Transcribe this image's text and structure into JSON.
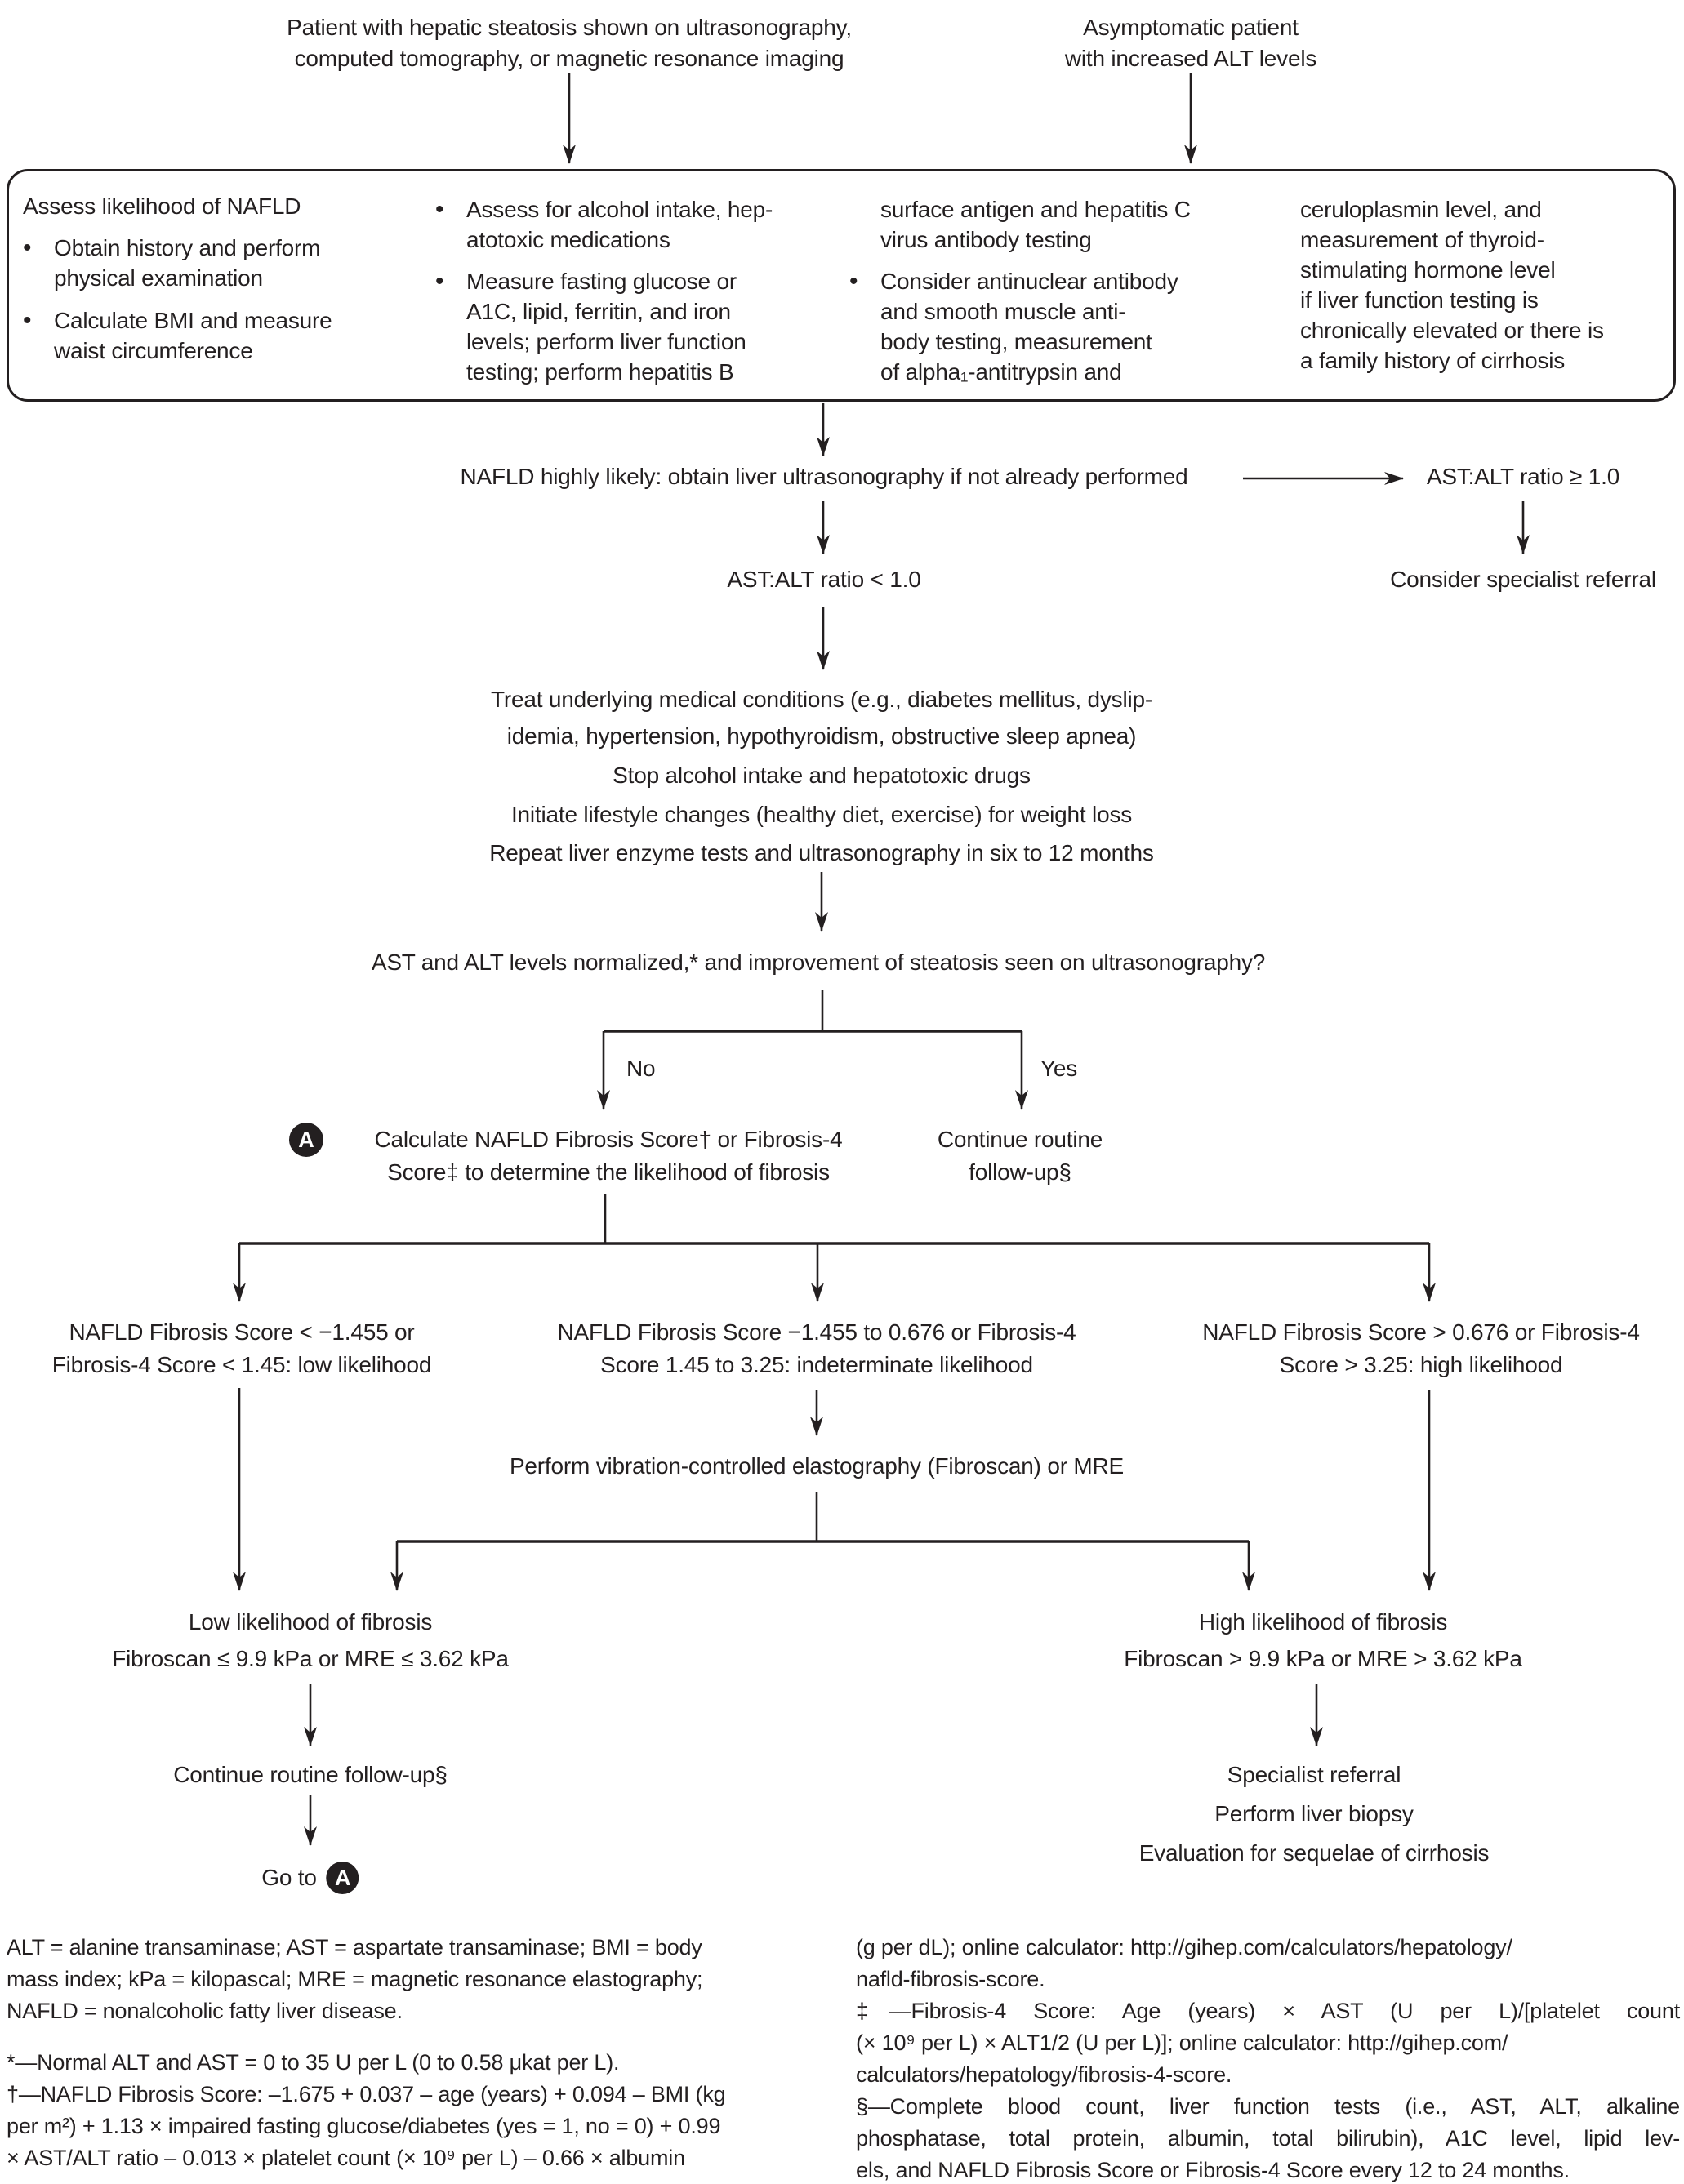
{
  "colors": {
    "ink": "#231f20",
    "background": "#ffffff"
  },
  "glyphs": {
    "bullet": "•",
    "marker_a": "A"
  },
  "start": {
    "left": [
      "Patient with hepatic steatosis shown on ultrasonography,",
      "computed tomography, or magnetic resonance imaging"
    ],
    "right": [
      "Asymptomatic patient",
      "with increased ALT levels"
    ]
  },
  "assess_box": {
    "header": "Assess likelihood of NAFLD",
    "col1_bullet1": [
      "Obtain history and perform",
      "physical examination"
    ],
    "col1_bullet2": [
      "Calculate BMI and measure",
      "waist circumference"
    ],
    "col2_bullet1": [
      "Assess for alcohol intake, hep-",
      "atotoxic medications"
    ],
    "col2_bullet2": [
      "Measure fasting glucose or",
      "A1C, lipid, ferritin, and iron",
      "levels; perform liver function",
      "testing; perform hepatitis B"
    ],
    "col3_continuation": [
      "surface antigen and hepatitis C",
      "virus antibody testing"
    ],
    "col3_bullet1": [
      "Consider antinuclear antibody",
      "and smooth muscle anti-",
      "body testing, measurement",
      "of alpha₁-antitrypsin and"
    ],
    "col4_continuation": [
      "ceruloplasmin level, and",
      "measurement of thyroid-",
      "stimulating hormone level",
      "if liver function testing is",
      "chronically elevated or there is",
      "a family history of cirrhosis"
    ]
  },
  "nodes": {
    "nafld_likely": "NAFLD highly likely: obtain liver ultrasonography if not already performed",
    "ratio_ge": "AST:ALT ratio ≥ 1.0",
    "ratio_lt": "AST:ALT ratio < 1.0",
    "specialist_referral_consider": "Consider specialist referral",
    "treatment": [
      "Treat underlying medical conditions (e.g., diabetes mellitus, dyslip-",
      "idemia, hypertension, hypothyroidism, obstructive sleep apnea)",
      "Stop alcohol intake and hepatotoxic drugs",
      "Initiate lifestyle changes (healthy diet, exercise) for weight loss",
      "Repeat liver enzyme tests and ultrasonography in six to 12 months"
    ],
    "question": "AST and ALT levels normalized,* and improvement of steatosis seen on ultrasonography?",
    "no_label": "No",
    "yes_label": "Yes",
    "calculate": [
      "Calculate NAFLD Fibrosis Score† or Fibrosis-4",
      "Score‡ to determine the likelihood of fibrosis"
    ],
    "continue_routine": [
      "Continue routine",
      "follow-up§"
    ],
    "score_low": [
      "NAFLD Fibrosis Score < −1.455 or",
      "Fibrosis-4 Score < 1.45: low likelihood"
    ],
    "score_mid": [
      "NAFLD Fibrosis Score −1.455 to 0.676 or Fibrosis-4",
      "Score 1.45 to 3.25: indeterminate likelihood"
    ],
    "score_high": [
      "NAFLD Fibrosis Score > 0.676 or Fibrosis-4",
      "Score > 3.25: high likelihood"
    ],
    "perform_elastography": "Perform vibration-controlled elastography (Fibroscan) or MRE",
    "low_fibrosis": [
      "Low likelihood of fibrosis",
      "Fibroscan ≤ 9.9 kPa or MRE ≤ 3.62 kPa"
    ],
    "high_fibrosis": [
      "High likelihood of fibrosis",
      "Fibroscan > 9.9 kPa or MRE > 3.62 kPa"
    ],
    "continue_followup": "Continue routine follow-up§",
    "goto_label": "Go to",
    "high_outcome": [
      "Specialist referral",
      "Perform liver biopsy",
      "Evaluation for sequelae of cirrhosis"
    ]
  },
  "footnotes": {
    "left": [
      "ALT = alanine transaminase; AST = aspartate transaminase; BMI = body",
      "mass index; kPa = kilopascal; MRE = magnetic resonance elastography;",
      "NAFLD = nonalcoholic fatty liver disease.",
      "*—Normal ALT and AST = 0 to 35 U per L (0 to 0.58 μkat per L).",
      "†—NAFLD Fibrosis Score: –1.675 + 0.037 – age (years) + 0.094 – BMI (kg",
      "per m²) + 1.13 × impaired fasting glucose/diabetes (yes = 1, no = 0) + 0.99",
      "× AST/ALT ratio – 0.013 × platelet count (× 10⁹ per L) – 0.66 × albumin"
    ],
    "right": [
      "(g per dL); online calculator: http://gihep.com/calculators/hepatology/",
      "nafld-fibrosis-score.",
      "‡—Fibrosis-4 Score: Age (years) × AST (U per L)/[platelet count",
      "(× 10⁹ per L) × ALT1/2 (U per L)]; online calculator: http://gihep.com/",
      "calculators/hepatology/fibrosis-4-score.",
      "§—Complete blood count, liver function tests (i.e., AST, ALT, alkaline",
      "phosphatase, total protein, albumin, total bilirubin), A1C level, lipid lev-",
      "els, and NAFLD Fibrosis Score or Fibrosis-4 Score every 12 to 24 months."
    ]
  }
}
